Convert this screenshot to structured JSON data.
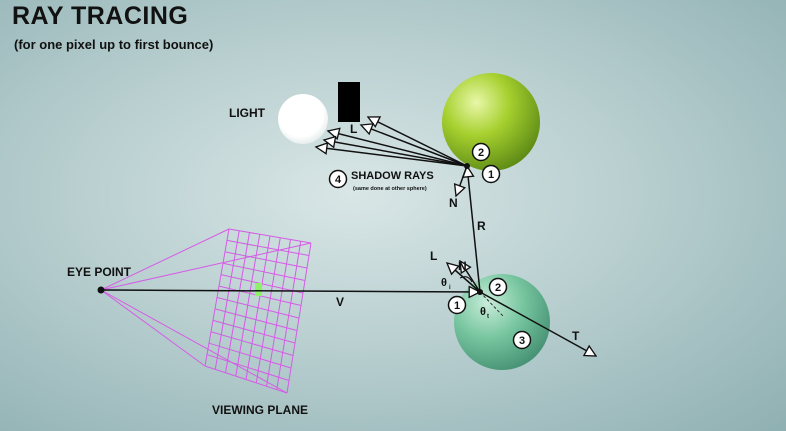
{
  "title": "RAY TRACING",
  "subtitle": "(for one pixel up to first bounce)",
  "labels": {
    "light": "LIGHT",
    "light_vector": "L",
    "shadow_rays": "SHADOW RAYS",
    "shadow_note": "(same done at other sphere)",
    "normal_top": "N",
    "reflection": "R",
    "eye_point": "EYE POINT",
    "view_vector": "V",
    "light_lower": "L",
    "normal_lower": "N",
    "theta_i": "θ",
    "theta_i_sub": "i",
    "theta_t": "θ",
    "theta_t_sub": "t",
    "transmission": "T",
    "viewing_plane": "VIEWING PLANE"
  },
  "steps": {
    "top_intersection": "1",
    "top_reflect": "2",
    "shadow": "4",
    "lower_intersection": "1",
    "lower_reflect": "2",
    "lower_refract": "3"
  },
  "colors": {
    "background": "#b9cfd0",
    "top_sphere": "#a6d02e",
    "bottom_sphere": "#6fc49a",
    "light_source": "#ffffff",
    "viewing_plane_grid": "#d55ce6",
    "pixel": "#8ff06a",
    "rays": "#111111"
  }
}
